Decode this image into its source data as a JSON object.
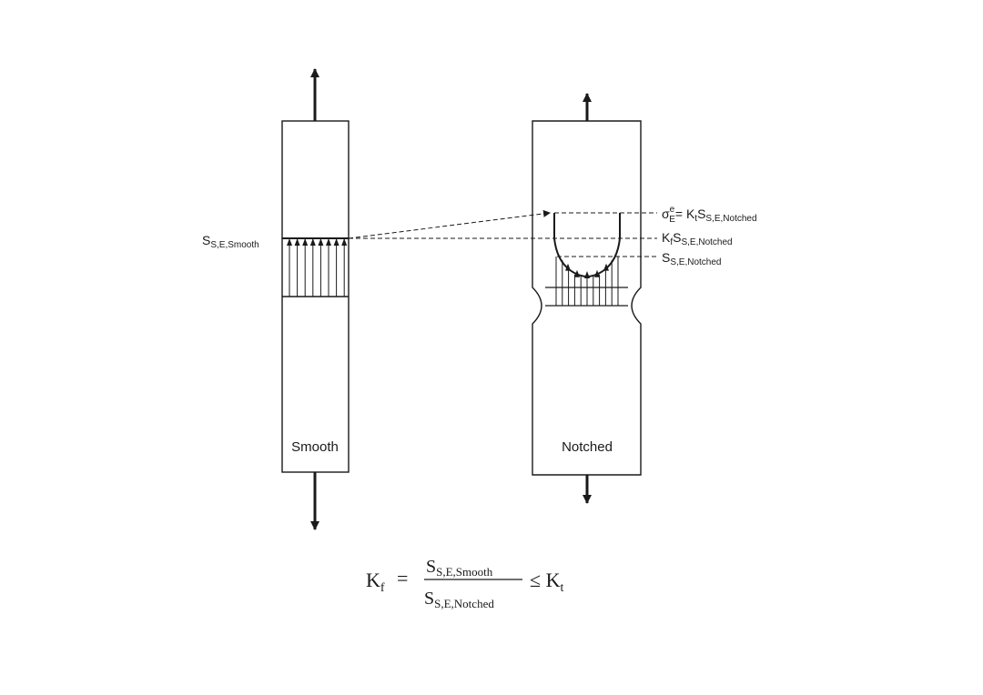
{
  "smooth": {
    "caption": "Smooth",
    "stress_label": {
      "main": "S",
      "sub": "S,E,Smooth"
    }
  },
  "notched": {
    "caption": "Notched",
    "label_peak": {
      "sigma": "σ",
      "sup": "e",
      "sub": "E",
      "rest": "= K",
      "rest_sub": "t",
      "s": "S",
      "s_sub": "S,E,Notched"
    },
    "label_kf": {
      "k": "K",
      "k_sub": "f",
      "s": "S",
      "s_sub": "S,E,Notched"
    },
    "label_nominal": {
      "s": "S",
      "s_sub": "S,E,Notched"
    }
  },
  "equation": {
    "lhs": "K",
    "lhs_sub": "f",
    "equals": "=",
    "num": "S",
    "num_sub": "S,E,Smooth",
    "den": "S",
    "den_sub": "S,E,Notched",
    "leq": "≤ K",
    "rhs_sub": "t"
  },
  "colors": {
    "stroke": "#1a1a1a",
    "background": "#ffffff"
  }
}
